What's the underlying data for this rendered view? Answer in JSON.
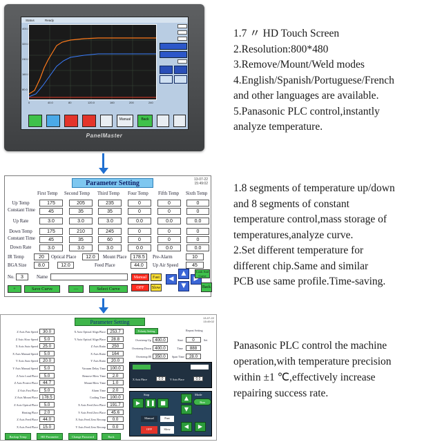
{
  "caption1": [
    "1.7 〃 HD Touch Screen",
    "2.Resolution:800*480",
    "3.Remove/Mount/Weld modes",
    "4.English/Spanish/Portuguese/French",
    "and other languages are available.",
    "5.Panasonic PLC control,instantly",
    " analyze temperature."
  ],
  "caption2": [
    "1.8 segments of temperature up/down",
    "and 8 segments of constant",
    "temperature control,mass storage of",
    "temperatures,analyze curve.",
    "2.Set different temperature for",
    " different chip.Same and similar",
    " PCB use same profile.Time-saving."
  ],
  "caption3": [
    "Panasonic PLC control the machine",
    "operation,with temperature precision",
    "within ±1 ℃,effectively increase",
    "repairing success rate."
  ],
  "device1": {
    "brand": "PanelMaster",
    "top_left": "Status",
    "top_status": "Ready",
    "y_ticks": [
      "400.0",
      "320.0",
      "240.0",
      "160.0",
      "80.0"
    ],
    "x_ticks": [
      "0",
      "40.0",
      "80",
      "120.0",
      "160",
      "200",
      "240"
    ],
    "buttons": [
      "Manual",
      "Back"
    ],
    "colors": {
      "bezel": "#4a4c4e",
      "screen": "#b9cde3",
      "plot_bg": "#1a1a1a"
    }
  },
  "device2": {
    "title": "Parameter Setting",
    "date": "13-07-22",
    "time": "15:49:02",
    "columns": [
      "First Temp",
      "Second Temp",
      "Third Temp",
      "Four Temp",
      "Fifth Temp",
      "Sixth Temp"
    ],
    "rows": [
      {
        "label": "Up Temp",
        "values": [
          "175",
          "205",
          "235",
          "0",
          "0",
          "0"
        ]
      },
      {
        "label": "Constant Time",
        "values": [
          "45",
          "35",
          "35",
          "0",
          "0",
          "0"
        ]
      },
      {
        "label": "Up Rate",
        "values": [
          "3.0",
          "3.0",
          "3.0",
          "0.0",
          "0.0",
          "0.0"
        ]
      },
      {
        "label": "Down Temp",
        "values": [
          "175",
          "210",
          "245",
          "0",
          "0",
          "0"
        ]
      },
      {
        "label": "Constant Time",
        "values": [
          "45",
          "35",
          "60",
          "0",
          "0",
          "0"
        ]
      },
      {
        "label": "Down Rate",
        "values": [
          "3.0",
          "3.0",
          "3.0",
          "0.0",
          "0.0",
          "0.0"
        ]
      }
    ],
    "ir_temp_label": "IR Temp",
    "ir_temp": "20",
    "optical_place_label": "Optical Place",
    "optical_place": "12.0",
    "mount_place_label": "Mount Place",
    "mount_place": "178.5",
    "pre_alarm_label": "Pre-Alarm",
    "pre_alarm": "10",
    "bga_size_label": "BGA Size",
    "bga_size_a": "8.0",
    "bga_size_b": "12.0",
    "feed_place_label": "Feed Place",
    "feed_place": "44.0",
    "up_air_speed_label": "Up Air Speed",
    "up_air_speed": "45",
    "no_label": "No.",
    "no_value": "3",
    "name_label": "Name",
    "manual": "Manual",
    "fast": "Fast",
    "off": "OFF",
    "slow": "Slow",
    "plus": "+",
    "save_curve": "Save Curve",
    "minus": "—",
    "select_curve": "Select Curve",
    "back": "Back",
    "look_and_curve": "Look And Curve"
  },
  "device3": {
    "title": "Parameter Setting",
    "date": "13-07-22",
    "time": "15:49:02",
    "left": [
      {
        "label": "Z Axis Fast Speed",
        "value": "30.0"
      },
      {
        "label": "Z Axis Slow Speed",
        "value": "5.0"
      },
      {
        "label": "X Axis Auto Speed",
        "value": "25.0"
      },
      {
        "label": "X Axis Manual Speed",
        "value": "5.0"
      },
      {
        "label": "Y Axis Auto Speed",
        "value": "20.0"
      },
      {
        "label": "Y Axis Manual Speed",
        "value": "5.0"
      },
      {
        "label": "Z Axis Load Place",
        "value": "5.0"
      },
      {
        "label": "Z Axis Protect Place",
        "value": "44.7"
      },
      {
        "label": "Z Axis Fast Place",
        "value": "5.0"
      },
      {
        "label": "Z Axis Mount Place",
        "value": "178.5"
      },
      {
        "label": "Z Axis Optical Place",
        "value": "5.0"
      },
      {
        "label": "Heating Place",
        "value": "2.0"
      },
      {
        "label": "Z Axis Feed Place",
        "value": "44.0"
      },
      {
        "label": "X Axis Feed Place",
        "value": "15.0"
      }
    ],
    "mid": [
      {
        "label": "X Axis Optical Align Place",
        "value": "253.7"
      },
      {
        "label": "Y Axis Optical Align Place",
        "value": "28.8"
      },
      {
        "label": "Z Axis Ratio",
        "value": "250"
      },
      {
        "label": "X Axis Ratio",
        "value": "164"
      },
      {
        "label": "Y Axis Ratio",
        "value": "20.0"
      },
      {
        "label": "Vacuum Delay Time",
        "value": "100.0"
      },
      {
        "label": "Remove Blow Time",
        "value": "2.0"
      },
      {
        "label": "Mount Blow Time",
        "value": "1.0"
      },
      {
        "label": "Alarm Time",
        "value": "2.0"
      },
      {
        "label": "Cooling Time",
        "value": "100.0"
      },
      {
        "label": "X Axis Feed Zero Place",
        "value": "191.7"
      },
      {
        "label": "Y Axis Feed Zero Place",
        "value": "45.6"
      },
      {
        "label": "X Axis Feed Zero Recoup",
        "value": "0.0"
      },
      {
        "label": "Y Axis Feed Zero Recoup",
        "value": "0.0"
      }
    ],
    "polarity": "Polarity Setting",
    "overtemp_up_label": "Overtemp Up",
    "overtemp_up": "400.0",
    "overtemp_down_label": "Overtemp Down",
    "overtemp_down": "400.0",
    "overtemp_ir_label": "Overtemp IR",
    "overtemp_ir": "350.0",
    "repeat_label": "Repeat Setting",
    "start_label": "Start",
    "start_value": "0",
    "start_unit": "Set",
    "time_label": "Time",
    "time_value": "888",
    "span_time_label": "Span Time",
    "span_time": "28.0",
    "x_axis_place_label": "X Axis Place",
    "x_axis_place": "0.0",
    "y_axis_place_label": "Y Axis Place",
    "y_axis_place": "0.0",
    "stop": "Stop",
    "mode": "Mode",
    "run": "Run",
    "manual": "Manual",
    "fast": "Fast",
    "off": "OFF",
    "slow": "Slow",
    "bottom_buttons": [
      "Backup Temp",
      "HD Parameter",
      "Change Password",
      "Back"
    ]
  }
}
